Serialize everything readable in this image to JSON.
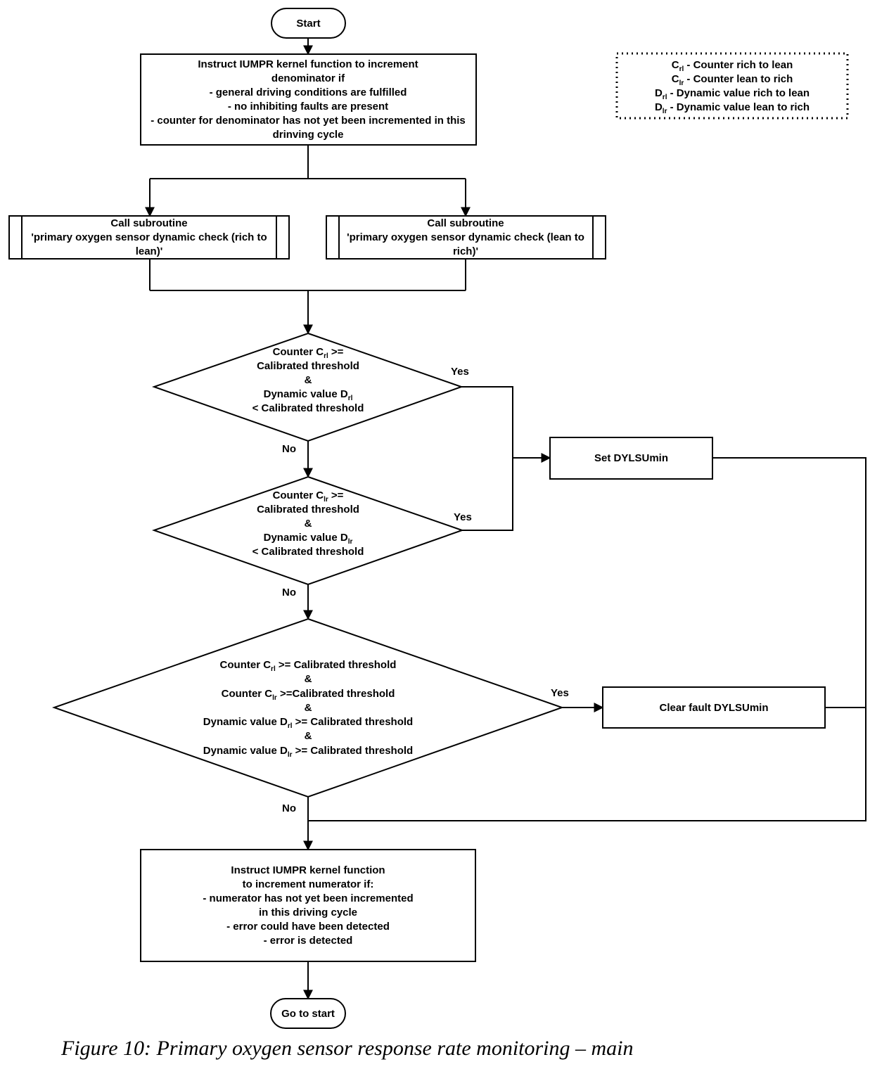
{
  "start": "Start",
  "legend": [
    {
      "pre": "C",
      "sub": "rl",
      "post": " - Counter rich to lean"
    },
    {
      "pre": "C",
      "sub": "lr",
      "post": " - Counter lean to rich"
    },
    {
      "pre": "D",
      "sub": "rl",
      "post": " - Dynamic value rich to lean"
    },
    {
      "pre": "D",
      "sub": "lr",
      "post": " - Dynamic value lean to rich"
    }
  ],
  "denominator_box": [
    "Instruct IUMPR kernel function to increment",
    "denominator if",
    "- general driving conditions are fulfilled",
    "- no inhibiting faults are present",
    "- counter for denominator has not yet been incremented in this",
    "drinving cycle"
  ],
  "subroutine_left": [
    "Call subroutine",
    "'primary oxygen sensor dynamic check (rich to",
    "lean)'"
  ],
  "subroutine_right": [
    "Call subroutine",
    "'primary oxygen sensor dynamic check (lean to",
    "rich)'"
  ],
  "decision1": {
    "line1_pre": "Counter C",
    "line1_sub": "rl",
    "line1_post": " >=",
    "line2": "Calibrated threshold",
    "line3": "&",
    "line4_pre": "Dynamic value D",
    "line4_sub": "rl",
    "line5": "< Calibrated threshold"
  },
  "decision2": {
    "line1_pre": "Counter C",
    "line1_sub": "lr",
    "line1_post": " >=",
    "line2": "Calibrated threshold",
    "line3": "&",
    "line4_pre": "Dynamic value D",
    "line4_sub": "lr",
    "line5": "< Calibrated threshold"
  },
  "decision3": {
    "l1_pre": "Counter C",
    "l1_sub": "rl",
    "l1_post": " >= Calibrated threshold",
    "amp": "&",
    "l2_pre": "Counter C",
    "l2_sub": "lr",
    "l2_post": " >=Calibrated threshold",
    "l3_pre": "Dynamic value D",
    "l3_sub": "rl",
    "l3_post": " >= Calibrated threshold",
    "l4_pre": "Dynamic value D",
    "l4_sub": "lr",
    "l4_post": " >= Calibrated threshold"
  },
  "yes": "Yes",
  "no": "No",
  "set_fault": "Set DYLSUmin",
  "clear_fault": "Clear fault DYLSUmin",
  "numerator_box": [
    "Instruct IUMPR kernel function",
    "to increment numerator if:",
    "- numerator has not yet been incremented",
    "in this driving cycle",
    "- error could have been detected",
    "- error is detected"
  ],
  "end": "Go to start",
  "caption": "Figure 10: Primary oxygen sensor response rate monitoring – main"
}
